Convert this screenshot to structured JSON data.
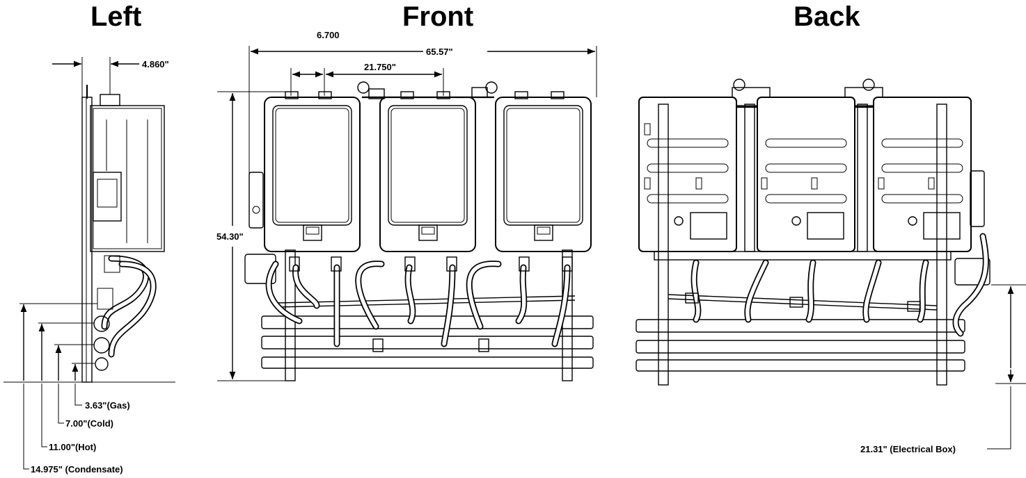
{
  "views": {
    "left": "Left",
    "front": "Front",
    "back": "Back"
  },
  "dimensions": {
    "left_top": "4.860\"",
    "gas": "3.63\"(Gas)",
    "cold": "7.00\"(Cold)",
    "hot": "11.00\"(Hot)",
    "condensate": "14.975\" (Condensate)",
    "front_spacing_small": "6.700",
    "front_width": "65.57\"",
    "front_spacing": "21.750\"",
    "front_height": "54.30\"",
    "electrical_box": "21.31\" (Electrical Box)"
  }
}
